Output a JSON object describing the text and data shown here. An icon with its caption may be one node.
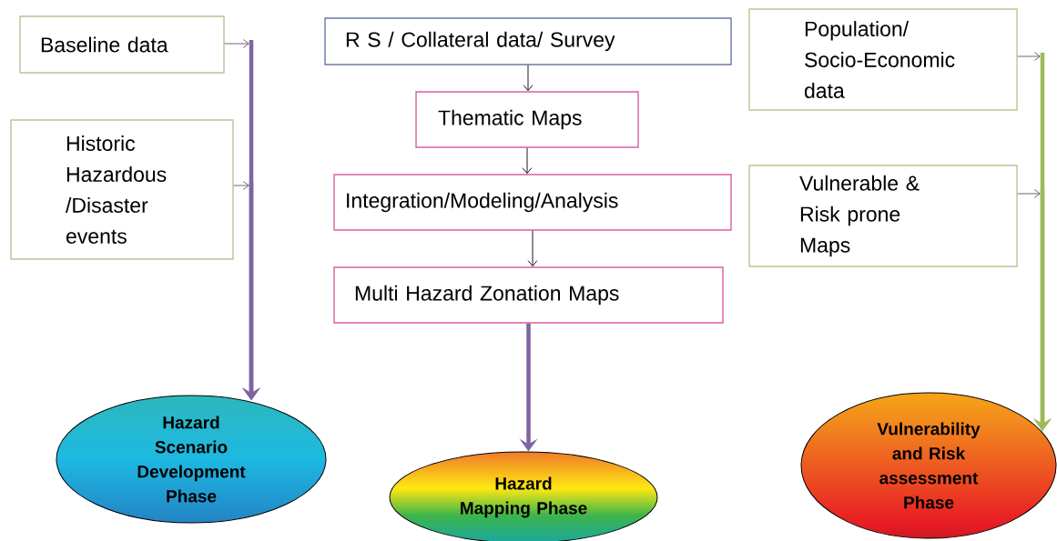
{
  "diagram": {
    "nodes": [
      {
        "text": [
          "Baseline data"
        ]
      },
      {
        "text": [
          "Historic Hazardous /Disaster events"
        ]
      },
      {
        "text": [
          "R S / Collateral data/ Survey"
        ]
      },
      {
        "text": [
          "Thematic Maps"
        ]
      },
      {
        "text": [
          "Integration/Modeling/Analysis"
        ]
      },
      {
        "text": [
          "Multi Hazard Zonation Maps"
        ]
      },
      {
        "text": [
          "Population/ Socio-Economic data"
        ]
      },
      {
        "text": [
          "Vulnerable & Risk prone Maps"
        ]
      },
      {
        "text": [
          "Hazard Scenario Development Phase"
        ]
      },
      {
        "text": [
          "Hazard Mapping Phase"
        ]
      },
      {
        "text": [
          "Vulnerability and Risk assessment Phase"
        ]
      }
    ],
    "edges": [
      {
        "from": 0,
        "to": 8,
        "arrow": "to",
        "color": "#8064a2"
      },
      {
        "from": 1,
        "to": 8,
        "arrow": "to",
        "color": "#8064a2"
      },
      {
        "from": 2,
        "to": 3,
        "arrow": "to",
        "color": "#000000"
      },
      {
        "from": 3,
        "to": 4,
        "arrow": "to",
        "color": "#000000"
      },
      {
        "from": 4,
        "to": 5,
        "arrow": "to",
        "color": "#000000"
      },
      {
        "from": 5,
        "to": 9,
        "arrow": "to",
        "color": "#8064a2"
      },
      {
        "from": 6,
        "to": 10,
        "arrow": "to",
        "color": "#9bbb59"
      },
      {
        "from": 7,
        "to": 10,
        "arrow": "to",
        "color": "#9bbb59"
      }
    ]
  }
}
